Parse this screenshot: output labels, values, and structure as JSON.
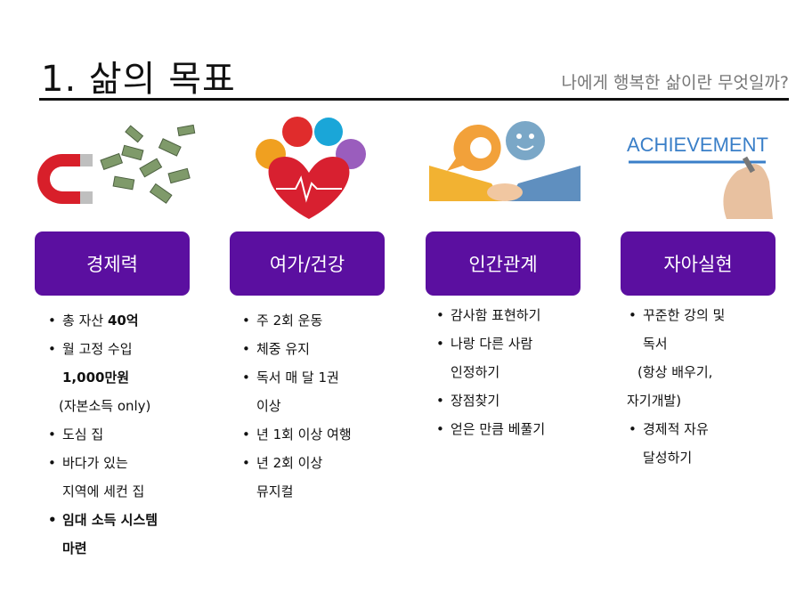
{
  "header": {
    "title": "1. 삶의 목표",
    "subtitle": "나에게 행복한 삶이란 무엇일까?"
  },
  "columns": [
    {
      "label": "경제력",
      "image": "money-magnet-icon",
      "lines": [
        "총 자산 40억",
        "월 고정 수입",
        "1,000만원",
        "(자본소득 only)",
        "도심 집",
        "바다가 있는",
        "지역에 세컨 집",
        "임대 소득 시스템",
        "마련"
      ]
    },
    {
      "label": "여가/건강",
      "image": "heart-health-icon",
      "lines": [
        "주 2회 운동",
        "체중 유지",
        "독서 매 달 1권",
        "이상",
        "년 1회 이상 여행",
        "년 2회 이상",
        "뮤지컬"
      ]
    },
    {
      "label": "인간관계",
      "image": "handshake-icon",
      "lines": [
        "감사함 표현하기",
        "나랑 다른 사람",
        "인정하기",
        "장점찾기",
        "얻은 만큼 베풀기"
      ]
    },
    {
      "label": "자아실현",
      "image": "achievement-icon",
      "achievement_text": "ACHIEVEMENT",
      "lines": [
        "꾸준한 강의 및",
        "독서",
        "(항상 배우기,",
        "자기개발)",
        "경제적 자유",
        "달성하기"
      ]
    }
  ],
  "colors": {
    "box": "#5b0fa0",
    "rule": "#111111"
  }
}
